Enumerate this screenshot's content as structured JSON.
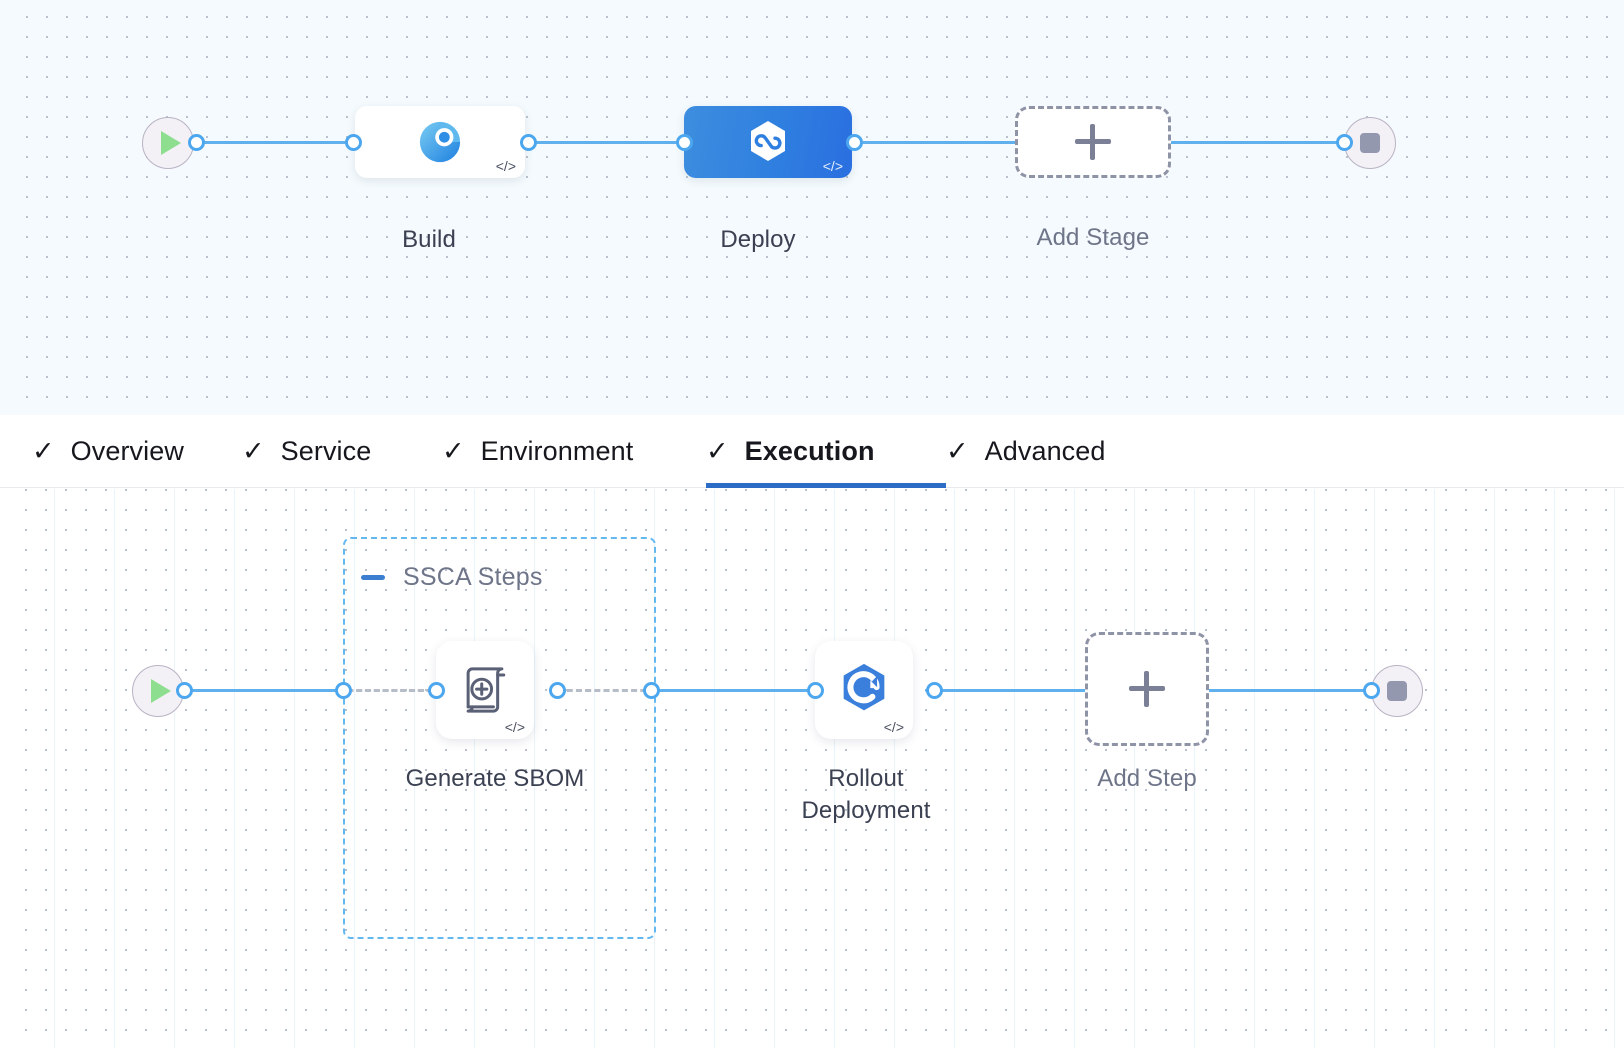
{
  "pipeline": {
    "stages_canvas": {
      "start_node": {
        "icon": "play-icon",
        "name": "pipeline-start"
      },
      "end_node": {
        "icon": "stop-icon",
        "name": "pipeline-end"
      },
      "stages": [
        {
          "label": "Build",
          "icon": "build-ci-icon",
          "selected": false,
          "code_badge": "</>"
        },
        {
          "label": "Deploy",
          "icon": "deploy-cd-hexagon-icon",
          "selected": true,
          "code_badge": "</>"
        }
      ],
      "add_stage": {
        "label": "Add Stage",
        "icon": "plus-icon"
      }
    },
    "tabs": [
      {
        "label": "Overview",
        "check": "✓",
        "active": false
      },
      {
        "label": "Service",
        "check": "✓",
        "active": false
      },
      {
        "label": "Environment",
        "check": "✓",
        "active": false
      },
      {
        "label": "Execution",
        "check": "✓",
        "active": true
      },
      {
        "label": "Advanced",
        "check": "✓",
        "active": false
      }
    ],
    "steps_canvas": {
      "start_node": {
        "icon": "play-icon",
        "name": "execution-start"
      },
      "end_node": {
        "icon": "stop-icon",
        "name": "execution-end"
      },
      "group": {
        "title": "SSCA Steps",
        "collapse_icon": "minus-icon",
        "steps": [
          {
            "label": "Generate SBOM",
            "icon": "sbom-scroll-plus-icon",
            "code_badge": "</>"
          }
        ]
      },
      "steps": [
        {
          "label": "Rollout Deployment",
          "label_line1": "Rollout",
          "label_line2": "Deployment",
          "icon": "kubernetes-rollout-icon",
          "code_badge": "</>"
        }
      ],
      "add_step": {
        "label": "Add Step",
        "icon": "plus-icon"
      }
    }
  },
  "colors": {
    "accent_blue": "#4ca7ef",
    "edge_blue": "#5fb0ec",
    "selected_stage_blue": "#2f7fe0",
    "active_tab_underline": "#2d6cc4",
    "group_border_blue": "#63b8f0",
    "dashed_gray": "#8f93a6",
    "canvas_top_bg": "#f4fafd",
    "canvas_bottom_bg": "#ffffff",
    "play_green": "#8ede8f",
    "stop_gray": "#9498ae"
  }
}
